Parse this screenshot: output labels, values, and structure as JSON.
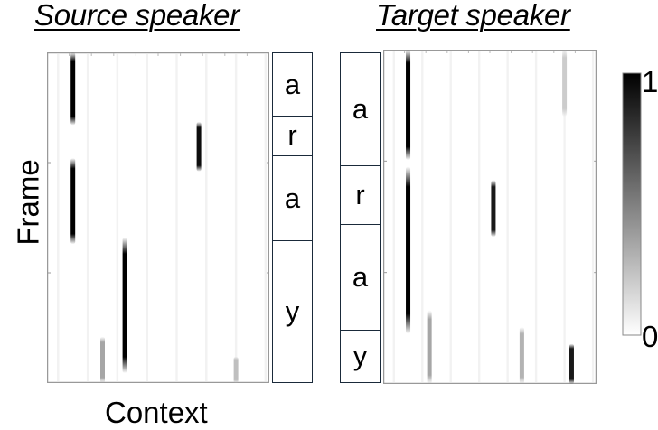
{
  "titles": {
    "source": "Source speaker",
    "target": "Target speaker"
  },
  "axis_labels": {
    "y": "Frame",
    "x": "Context"
  },
  "source_segments": [
    "a",
    "r",
    "a",
    "y"
  ],
  "target_segments": [
    "a",
    "r",
    "a",
    "y"
  ],
  "colorbar": {
    "max_label": "1",
    "min_label": "0",
    "colors": [
      "#ffffff",
      "#000000"
    ]
  },
  "chart_data": {
    "type": "heatmap",
    "panels": [
      {
        "name": "Source speaker",
        "context_columns": 30,
        "phone_boundaries": [
          0,
          0.19,
          0.31,
          0.57,
          1.0
        ],
        "phones": [
          "a",
          "r",
          "a",
          "y"
        ],
        "vertical_marks": [
          {
            "context_col": 3,
            "from": 0.0,
            "to": 0.22,
            "weight": 1.0
          },
          {
            "context_col": 3,
            "from": 0.32,
            "to": 0.58,
            "weight": 1.0
          },
          {
            "context_col": 20,
            "from": 0.21,
            "to": 0.36,
            "weight": 0.95
          },
          {
            "context_col": 10,
            "from": 0.56,
            "to": 0.97,
            "weight": 1.0
          },
          {
            "context_col": 7,
            "from": 0.86,
            "to": 1.0,
            "weight": 0.35
          },
          {
            "context_col": 25,
            "from": 0.92,
            "to": 1.0,
            "weight": 0.25
          }
        ]
      },
      {
        "name": "Target speaker",
        "context_columns": 30,
        "phone_boundaries": [
          0,
          0.34,
          0.52,
          0.84,
          1.0
        ],
        "phones": [
          "a",
          "r",
          "a",
          "y"
        ],
        "vertical_marks": [
          {
            "context_col": 3,
            "from": 0.0,
            "to": 0.33,
            "weight": 1.0
          },
          {
            "context_col": 3,
            "from": 0.35,
            "to": 0.85,
            "weight": 1.0
          },
          {
            "context_col": 15,
            "from": 0.39,
            "to": 0.56,
            "weight": 0.9
          },
          {
            "context_col": 6,
            "from": 0.78,
            "to": 1.0,
            "weight": 0.35
          },
          {
            "context_col": 19,
            "from": 0.83,
            "to": 1.0,
            "weight": 0.3
          },
          {
            "context_col": 25,
            "from": 0.0,
            "to": 0.2,
            "weight": 0.2
          },
          {
            "context_col": 26,
            "from": 0.88,
            "to": 1.0,
            "weight": 0.9
          }
        ]
      }
    ]
  }
}
